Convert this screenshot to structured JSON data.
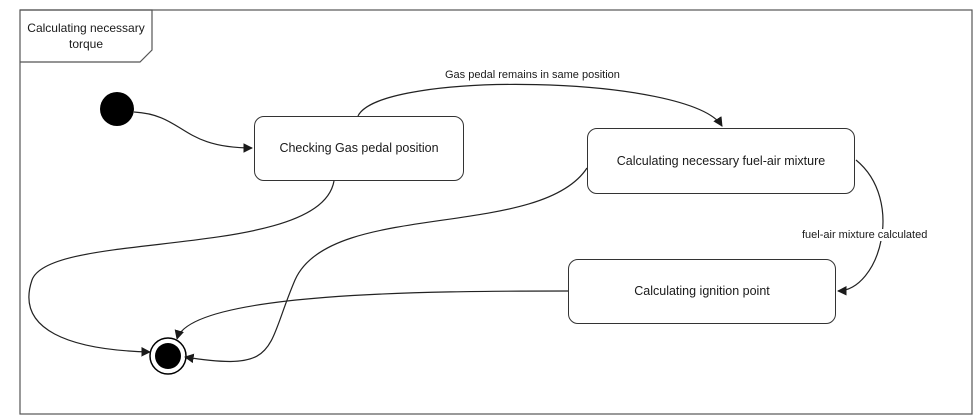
{
  "frame": {
    "title": "Calculating necessary torque"
  },
  "states": {
    "checking": "Checking Gas pedal position",
    "fuel_air": "Calculating necessary fuel-air mixture",
    "ignition": "Calculating ignition point"
  },
  "transitions": {
    "gas_pedal_same": "Gas pedal remains in same position",
    "fuel_air_calculated": "fuel-air mixture calculated"
  },
  "colors": {
    "stroke": "#333333",
    "fill": "#000000",
    "background": "#ffffff"
  }
}
